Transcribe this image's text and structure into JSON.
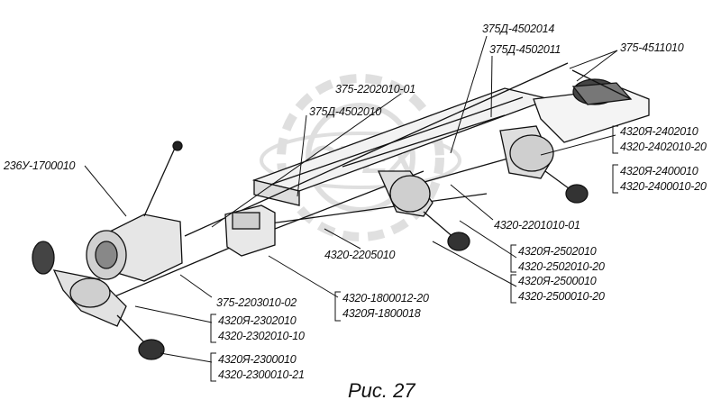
{
  "caption": "Рис. 27",
  "watermark": {
    "text": "ОТЕХ"
  },
  "labels": {
    "transfer_case": "236У-1700010",
    "shaft_front": "375-2202010-01",
    "cable_1": "375Д-4502010",
    "cable_2": "375Д-4502014",
    "cable_3": "375Д-4502011",
    "winch": "375-4511010",
    "rear_reducer_a": "4320Я-2402010",
    "rear_reducer_b": "4320-2402010-20",
    "rear_axle_a": "4320Я-2400010",
    "rear_axle_b": "4320-2400010-20",
    "shaft_middle": "4320-2201010-01",
    "shaft_rear": "4320-2205010",
    "middle_reducer_a": "4320Я-2502010",
    "middle_reducer_b": "4320-2502010-20",
    "middle_axle_a": "4320Я-2500010",
    "middle_axle_b": "4320-2500010-20",
    "intermediate_a": "4320-1800012-20",
    "intermediate_b": "4320Я-1800018",
    "front_shaft": "375-2203010-02",
    "front_reducer_a": "4320Я-2302010",
    "front_reducer_b": "4320-2302010-10",
    "front_axle_a": "4320Я-2300010",
    "front_axle_b": "4320-2300010-21"
  }
}
